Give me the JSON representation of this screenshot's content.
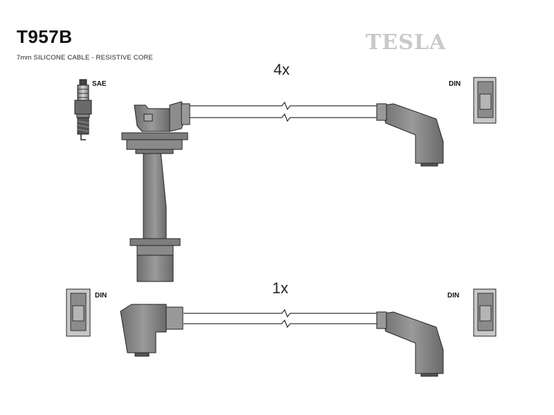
{
  "header": {
    "part_code": "T957B",
    "description": "7mm SILICONE CABLE - RESISTIVE CORE",
    "brand": "TESLA"
  },
  "cables": [
    {
      "quantity_label": "4x"
    },
    {
      "quantity_label": "1x"
    }
  ],
  "labels": {
    "spark_plug": "SAE",
    "din_top_right": "DIN",
    "din_bottom_left": "DIN",
    "din_bottom_right": "DIN"
  },
  "colors": {
    "part_fill": "#8a8a8a",
    "part_dark": "#5f5f5f",
    "outline": "#222222",
    "brand": "#c9c9c9"
  }
}
